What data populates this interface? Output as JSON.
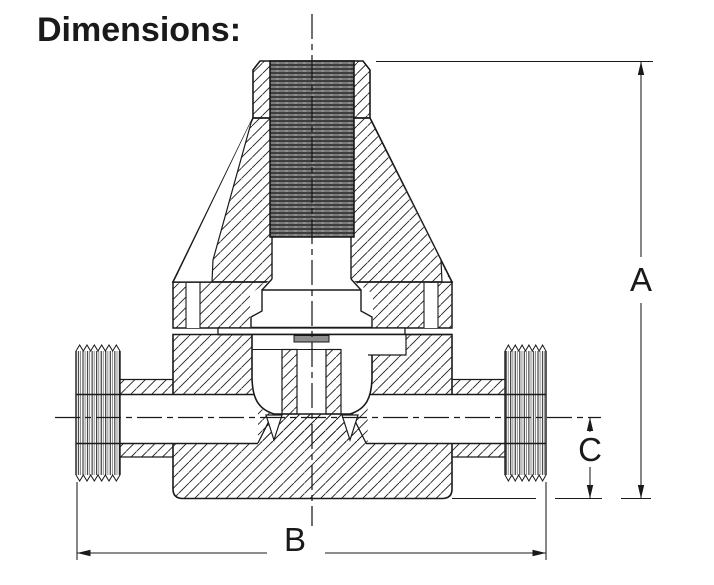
{
  "title": "Dimensions:",
  "dim_labels": {
    "overall_height": "A",
    "overall_width": "B",
    "port_offset": "C"
  },
  "colors": {
    "ink": "#1a1a1a",
    "screw_fill": "#8e8e8e",
    "background": "#ffffff"
  }
}
